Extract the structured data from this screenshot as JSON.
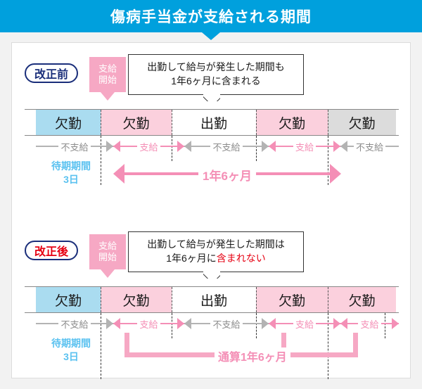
{
  "banner": {
    "title": "傷病手当金が支給される期間"
  },
  "sections": [
    {
      "id": "before",
      "badge": "改正前",
      "start_tag": {
        "line1": "支給",
        "line2": "開始"
      },
      "bubble": {
        "line1": "出勤して給与が発生した期間も",
        "line2_pre": "1年6ヶ月に含まれる",
        "line2_red": ""
      },
      "bar_segments": [
        {
          "label": "欠勤",
          "color": "blue"
        },
        {
          "label": "欠勤",
          "color": "pink"
        },
        {
          "label": "出勤",
          "color": "white"
        },
        {
          "label": "欠勤",
          "color": "pink"
        },
        {
          "label": "欠勤",
          "color": "gray"
        }
      ],
      "arrows": [
        {
          "label": "不支給",
          "color": "gray"
        },
        {
          "label": "支給",
          "color": "pink"
        },
        {
          "label": "不支給",
          "color": "gray"
        },
        {
          "label": "支給",
          "color": "pink"
        },
        {
          "label": "不支給",
          "color": "gray"
        }
      ],
      "wait_label": {
        "line1": "待期期間",
        "line2": "3日"
      },
      "span_label": "1年6ヶ月"
    },
    {
      "id": "after",
      "badge": "改正後",
      "start_tag": {
        "line1": "支給",
        "line2": "開始"
      },
      "bubble": {
        "line1": "出勤して給与が発生した期間は",
        "line2_pre": "1年6ヶ月に",
        "line2_red": "含まれない"
      },
      "bar_segments": [
        {
          "label": "欠勤",
          "color": "blue"
        },
        {
          "label": "欠勤",
          "color": "pink"
        },
        {
          "label": "出勤",
          "color": "white"
        },
        {
          "label": "欠勤",
          "color": "pink"
        },
        {
          "label": "欠勤",
          "color": "pink"
        }
      ],
      "arrows": [
        {
          "label": "不支給",
          "color": "gray"
        },
        {
          "label": "支給",
          "color": "pink"
        },
        {
          "label": "不支給",
          "color": "gray"
        },
        {
          "label": "支給",
          "color": "pink"
        },
        {
          "label": "支給",
          "color": "pink"
        }
      ],
      "wait_label": {
        "line1": "待期期間",
        "line2": "3日"
      },
      "total_label": "通算1年6ヶ月"
    }
  ],
  "colors": {
    "banner_blue": "#00a0dd",
    "absent_blue": "#aadcf0",
    "paid_pink": "#fbd0dd",
    "tag_pink": "#f6a8c4",
    "arrow_pink": "#f48fb6",
    "gray_segment": "#dcdcdc",
    "badge_navy": "#1a2e7a",
    "badge_red": "#e60012",
    "wait_blue": "#5bc2f0"
  }
}
